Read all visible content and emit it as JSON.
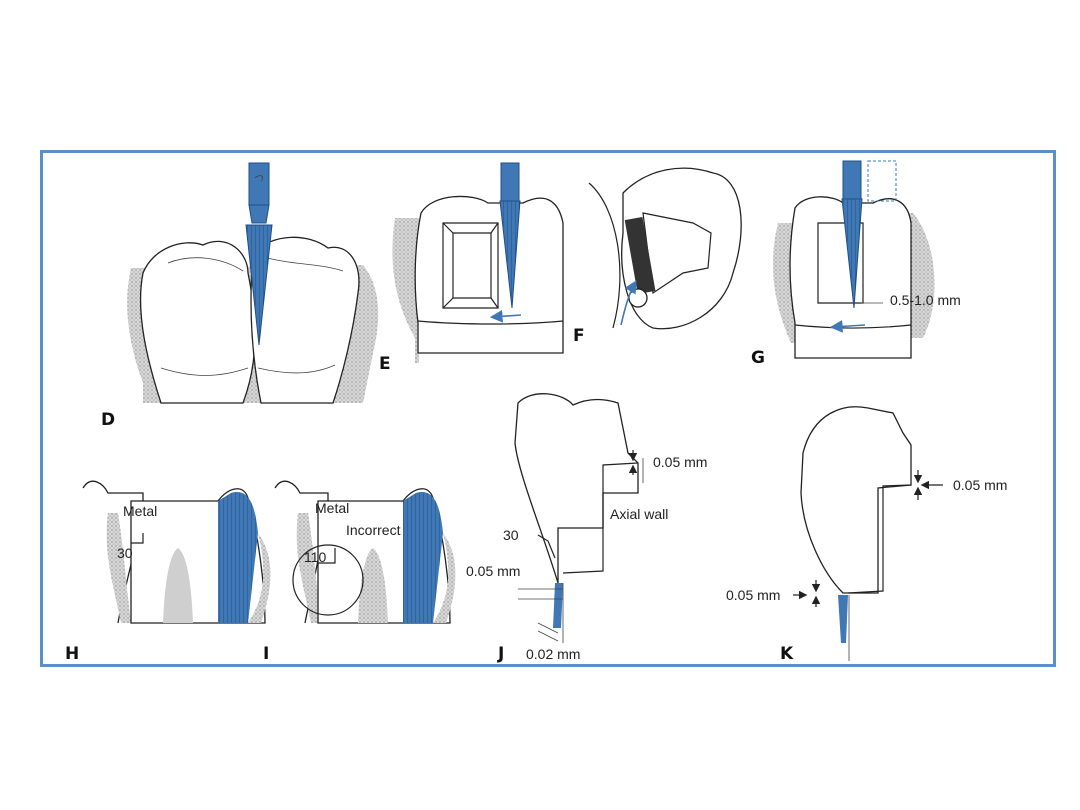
{
  "colors": {
    "frame": "#5b8fc7",
    "instrument": "#3f78b5",
    "gingiva": "#cfcfcf",
    "ink": "#222222"
  },
  "panels": {
    "D": {
      "label": "D"
    },
    "E": {
      "label": "E"
    },
    "F": {
      "label": "F"
    },
    "G": {
      "label": "G",
      "measure": "0.5-1.0 mm"
    },
    "H": {
      "label": "H",
      "material": "Metal",
      "angle": "30"
    },
    "I": {
      "label": "I",
      "material": "Metal",
      "note": "Incorrect",
      "angle": "110"
    },
    "J": {
      "label": "J",
      "angle": "30",
      "gap_top": "0.05 mm",
      "wall": "Axial wall",
      "gap_margin": "0.05 mm",
      "gap_bottom": "0.02 mm"
    },
    "K": {
      "label": "K",
      "gap_top": "0.05 mm",
      "gap_margin": "0.05 mm"
    }
  }
}
